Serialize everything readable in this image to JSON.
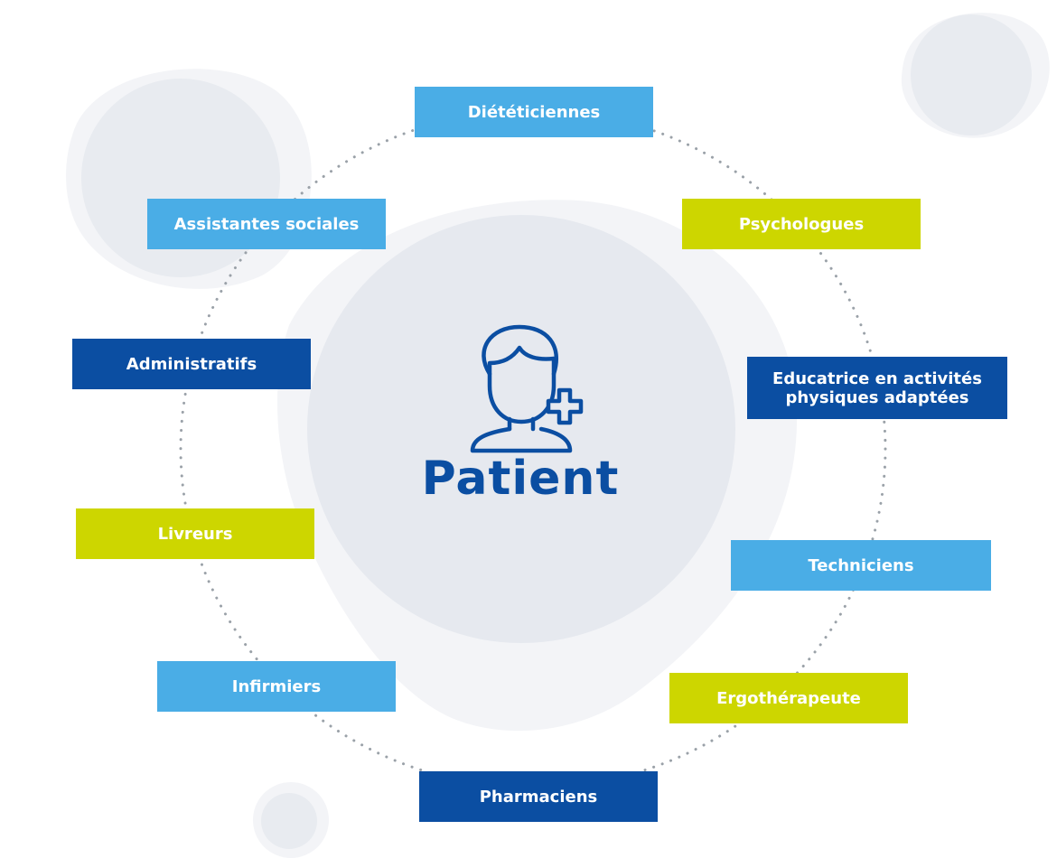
{
  "center": {
    "label": "Patient",
    "icon": "patient-with-plus-icon"
  },
  "colors": {
    "light_blue": "#4aade6",
    "lime": "#cdd600",
    "dark_blue": "#0b4ea2",
    "blob": "#e6e9ef",
    "dots": "#9aa1a8"
  },
  "nodes": {
    "dieteticiennes": "Diététiciennes",
    "psychologues": "Psychologues",
    "educatrice": "Educatrice en activités\nphysiques adaptées",
    "techniciens": "Techniciens",
    "ergotherapeute": "Ergothérapeute",
    "pharmaciens": "Pharmaciens",
    "infirmiers": "Infirmiers",
    "livreurs": "Livreurs",
    "administratifs": "Administratifs",
    "assistantes_sociales": "Assistantes sociales"
  }
}
